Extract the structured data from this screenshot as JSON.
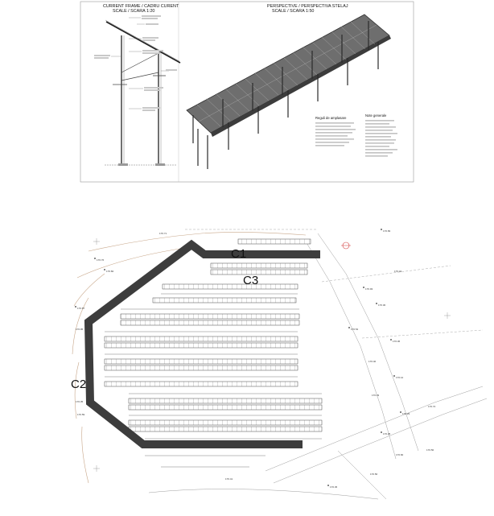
{
  "top_sheet": {
    "frame_title": "CURRENT FRAME / CADRU CURENT",
    "frame_scale": "SCALE / SCARA 1:20",
    "perspective_title": "PERSPECTIVE / PERSPECTIVA STELAJ",
    "perspective_scale": "SCALE / SCARA 1:50",
    "notes_heading_1": "Reguli de amplasare",
    "notes_heading_2": "Note generale"
  },
  "site_plan": {
    "blocks": [
      "C1",
      "C2",
      "C3"
    ],
    "elevations": [
      "176.71",
      "176.76",
      "176.82",
      "176.87",
      "176.95",
      "176.83",
      "176.42",
      "176.93",
      "176.30",
      "176.54",
      "176.36",
      "176.40",
      "176.12",
      "176.33",
      "176.29",
      "176.25",
      "176.50",
      "176.60",
      "176.45",
      "176.56",
      "176.41",
      "176.35",
      "176.59",
      "176.74"
    ]
  }
}
